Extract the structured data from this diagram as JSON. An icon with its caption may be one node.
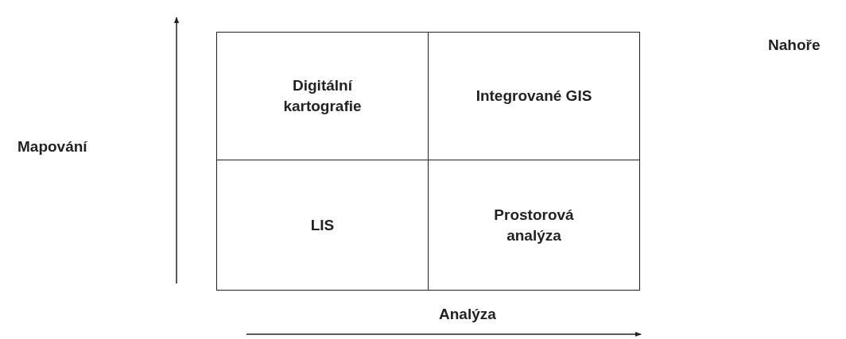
{
  "diagram": {
    "nodes": [
      {
        "text": [
          "Digitální kartografie"
        ]
      },
      {
        "text": [
          "Integrované GIS"
        ]
      },
      {
        "text": [
          "LIS"
        ]
      },
      {
        "text": [
          "Prostorová analýza"
        ]
      }
    ],
    "labels": [
      "Nahoře",
      "Mapování",
      "Analýza"
    ]
  }
}
